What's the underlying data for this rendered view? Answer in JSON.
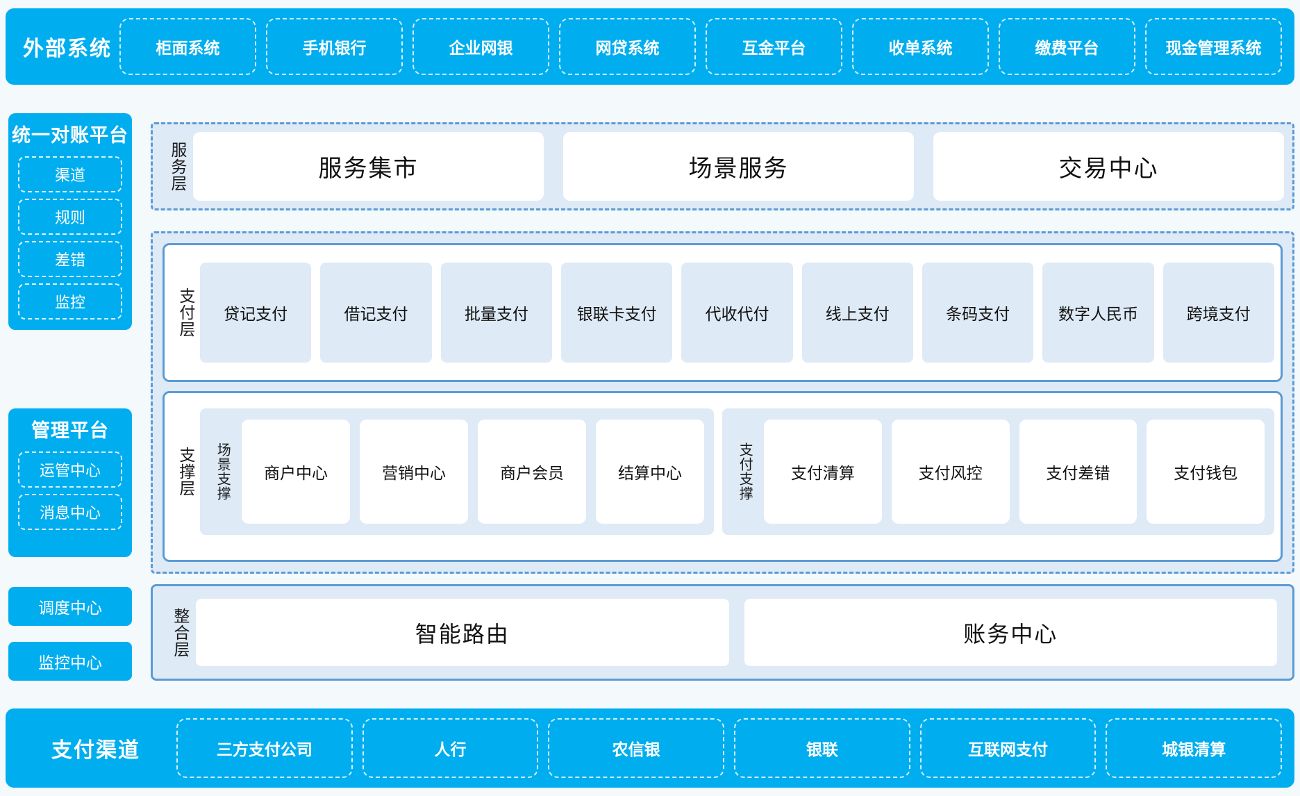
{
  "colors": {
    "cyan": "#00AEEF",
    "panel_fill": "#DEEAF6",
    "panel_border": "#5B9BD5",
    "page_bg": "#f4f9fc",
    "card_white": "#FFFFFF",
    "text_dark": "#111111"
  },
  "external_systems": {
    "title": "外部系统",
    "items": [
      "柜面系统",
      "手机银行",
      "企业网银",
      "网贷系统",
      "互金平台",
      "收单系统",
      "缴费平台",
      "现金管理系统"
    ]
  },
  "sidebar": {
    "reconciliation": {
      "title": "统一对账平台",
      "items": [
        "渠道",
        "规则",
        "差错",
        "监控"
      ]
    },
    "management": {
      "title": "管理平台",
      "items": [
        "运管中心",
        "消息中心"
      ]
    },
    "standalone": [
      "调度中心",
      "监控中心"
    ]
  },
  "service_layer": {
    "label": "服务层",
    "items": [
      "服务集市",
      "场景服务",
      "交易中心"
    ]
  },
  "payment_layer": {
    "label": "支付层",
    "items": [
      "贷记支付",
      "借记支付",
      "批量支付",
      "银联卡支付",
      "代收代付",
      "线上支付",
      "条码支付",
      "数字人民币",
      "跨境支付"
    ]
  },
  "support_layer": {
    "label": "支撑层",
    "groups": [
      {
        "label": "场景支撑",
        "items": [
          "商户中心",
          "营销中心",
          "商户会员",
          "结算中心"
        ]
      },
      {
        "label": "支付支撑",
        "items": [
          "支付清算",
          "支付风控",
          "支付差错",
          "支付钱包"
        ]
      }
    ]
  },
  "integration_layer": {
    "label": "整合层",
    "items": [
      "智能路由",
      "账务中心"
    ]
  },
  "payment_channels": {
    "title": "支付渠道",
    "items": [
      "三方支付公司",
      "人行",
      "农信银",
      "银联",
      "互联网支付",
      "城银清算"
    ]
  }
}
